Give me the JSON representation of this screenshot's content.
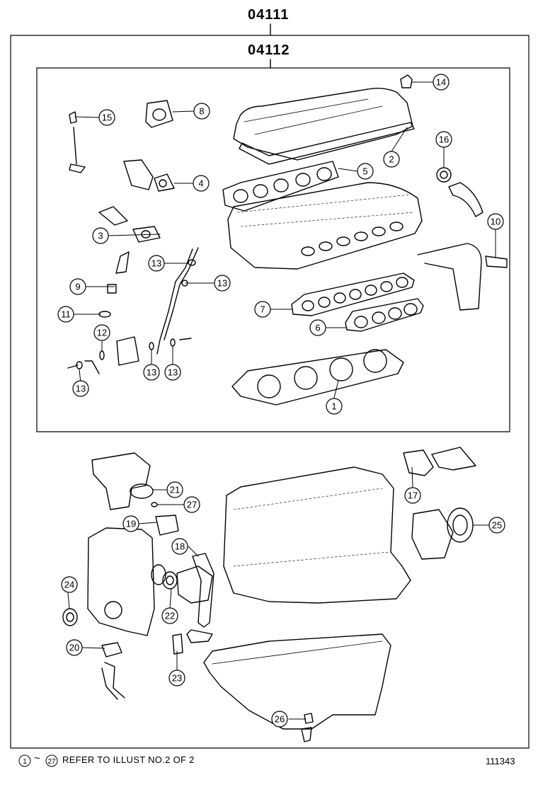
{
  "titles": {
    "outer_kit": "04111",
    "inner_kit": "04112"
  },
  "callouts": [
    "1",
    "2",
    "3",
    "4",
    "5",
    "6",
    "7",
    "8",
    "9",
    "10",
    "11",
    "12",
    "13",
    "13",
    "13",
    "13",
    "13",
    "14",
    "15",
    "16",
    "17",
    "18",
    "19",
    "20",
    "21",
    "22",
    "23",
    "24",
    "25",
    "26",
    "27"
  ],
  "footer": {
    "range_start": "1",
    "range_end": "27",
    "range_sep": "~",
    "note": "REFER TO ILLUST NO.2 OF 2",
    "illustration_id": "111343"
  }
}
